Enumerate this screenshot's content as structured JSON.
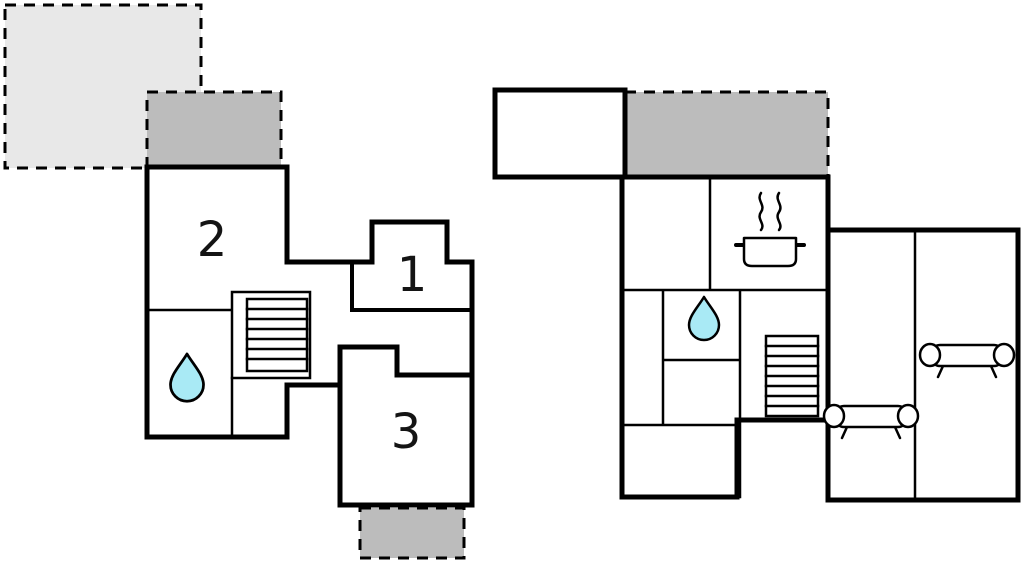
{
  "plan": {
    "type": "floor-plan",
    "rooms": {
      "room1_label": "1",
      "room2_label": "2",
      "room3_label": "3"
    }
  },
  "colors": {
    "wall": "#000000",
    "terrace": "#e8e8e8",
    "balcony": "#bcbcbc",
    "porch": "#bcbcbc",
    "water": "#a9eaf5",
    "icon_fill": "#ffffff"
  },
  "icons": [
    "water-drop-icon",
    "staircase-icon",
    "cooking-pot-icon",
    "steam-icon",
    "sofa-icon"
  ]
}
